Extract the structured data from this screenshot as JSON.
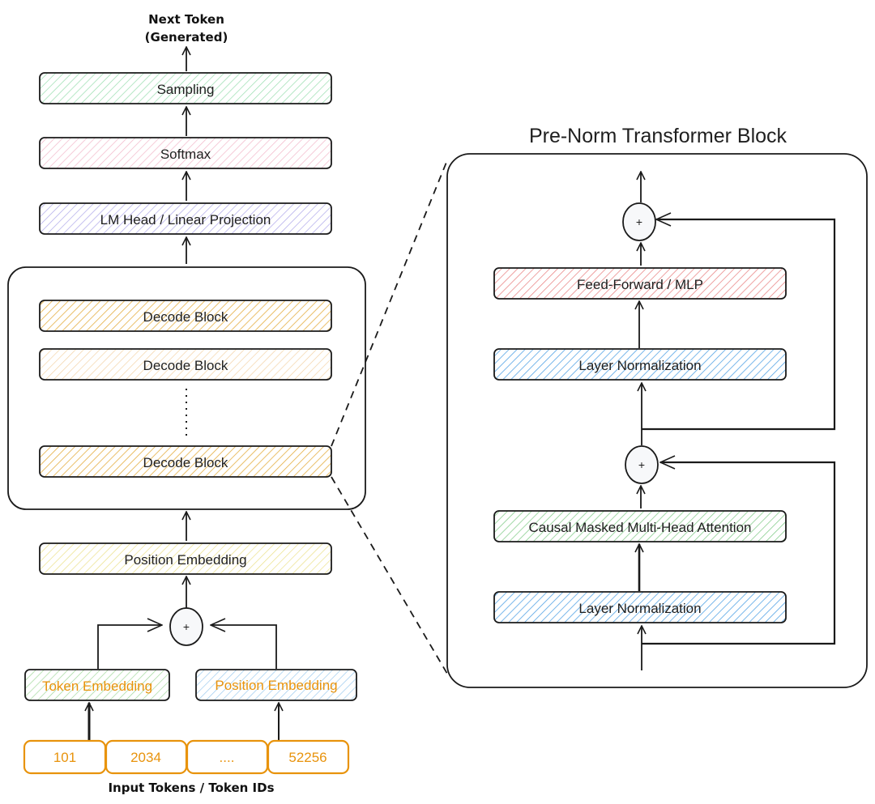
{
  "left_stack": {
    "next_token_line1": "Next Token",
    "next_token_line2": "(Generated)",
    "sampling": "Sampling",
    "softmax": "Softmax",
    "lm_head": "LM Head / Linear Projection",
    "decode_block_1": "Decode Block",
    "decode_block_2": "Decode Block",
    "decode_block_n": "Decode Block",
    "position_embedding_top": "Position Embedding",
    "plus": "+",
    "token_embedding": "Token Embedding",
    "position_embedding_bottom": "Position Embedding",
    "tokens": [
      "101",
      "2034",
      "....",
      "52256"
    ],
    "input_caption": "Input Tokens / Token IDs"
  },
  "transformer_block": {
    "title": "Pre-Norm Transformer Block",
    "plus_top": "+",
    "ffn": "Feed-Forward / MLP",
    "layer_norm_top": "Layer Normalization",
    "plus_mid": "+",
    "attention": "Causal Masked Multi-Head Attention",
    "layer_norm_bottom": "Layer Normalization"
  },
  "colors": {
    "sampling": "#3fbf6a",
    "softmax": "#e8799a",
    "lm_head": "#6a5fd6",
    "decode_dark": "#e0a020",
    "decode_light": "#f0c890",
    "pos_embed_top": "#e6d86a",
    "token_embed": "#55b84a",
    "pos_embed_bottom": "#4a9fe0",
    "token_box": "#e8930c",
    "ffn": "#e05050",
    "layer_norm": "#2d8fe0",
    "attention": "#3faf4a"
  }
}
